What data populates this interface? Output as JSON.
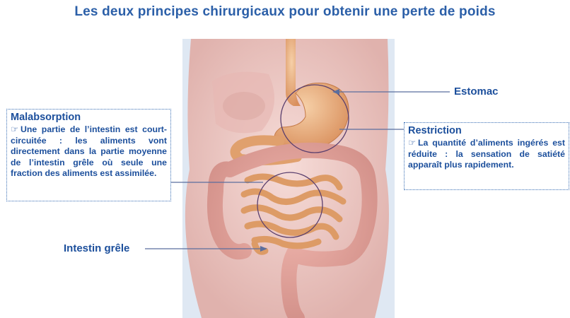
{
  "title": "Les deux principes chirurgicaux pour obtenir une perte de poids",
  "labels": {
    "stomach": "Estomac",
    "small_intestine": "Intestin grêle"
  },
  "malabsorption": {
    "heading": "Malabsorption",
    "icon": "pointing-hand-icon",
    "text": "Une partie de l’intestin est court-circuitée : les aliments vont directement dans la partie moyenne de l’intestin grêle où seule une fraction des aliments est assimilée."
  },
  "restriction": {
    "heading": "Restriction",
    "icon": "pointing-hand-icon",
    "text": "La quantité d’aliments ingérés est réduite : la sensation de satiété apparaît plus rapidement."
  },
  "colors": {
    "text_blue": "#1c4f9c",
    "title_blue": "#2b5fa8",
    "background_body": "#e9c9c6",
    "organs": "#e6a878"
  }
}
